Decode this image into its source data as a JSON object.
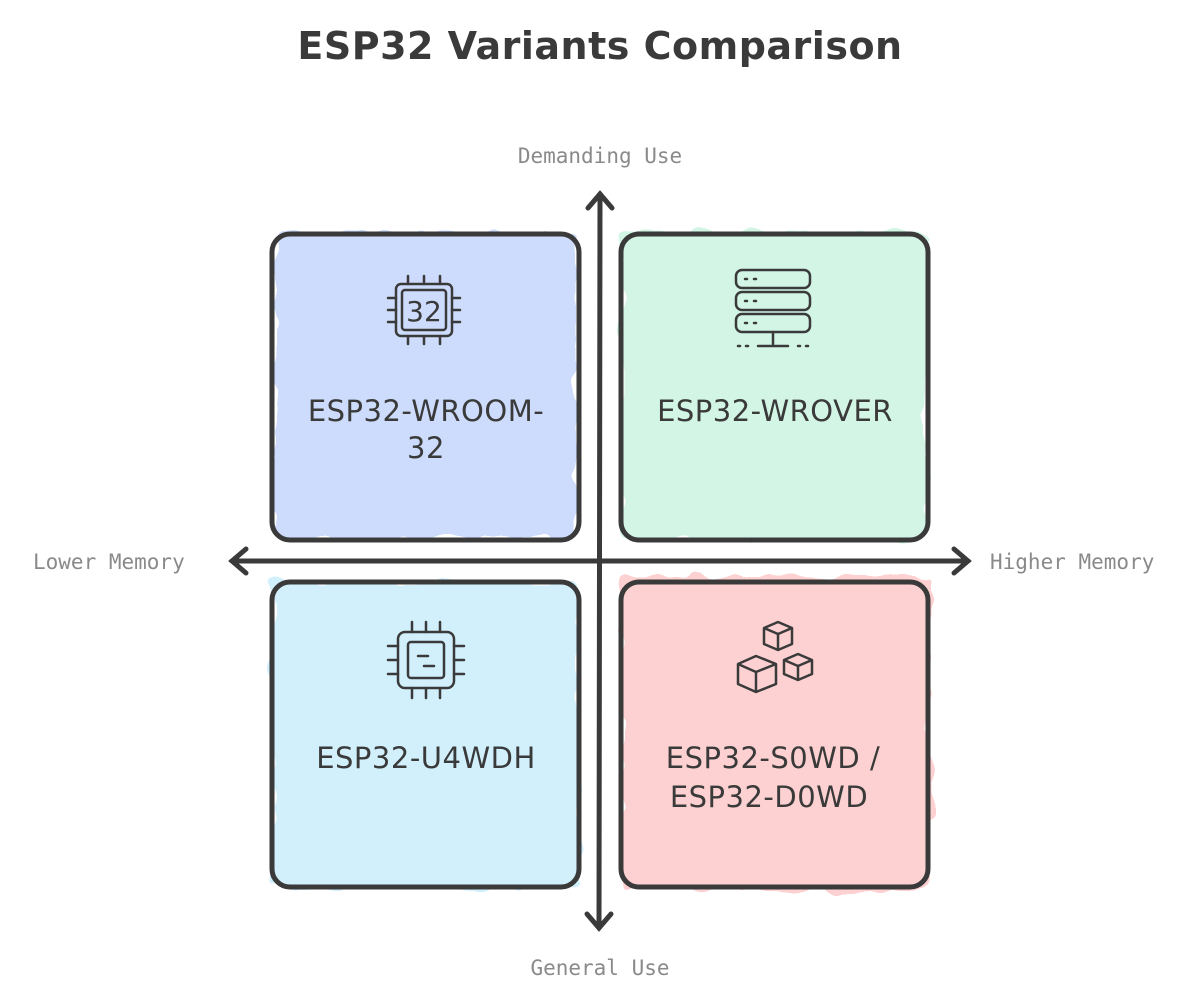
{
  "title": "ESP32 Variants Comparison",
  "axes": {
    "top": "Demanding Use",
    "bottom": "General Use",
    "left": "Lower Memory",
    "right": "Higher Memory"
  },
  "quadrants": [
    {
      "position": "top-left",
      "label_lines": [
        "ESP32-WROOM-",
        "32"
      ],
      "icon": "chip-32-icon",
      "icon_text": "32",
      "color": "#cddcfc"
    },
    {
      "position": "top-right",
      "label_lines": [
        "ESP32-WROVER"
      ],
      "icon": "server-icon",
      "color": "#d3f5e6"
    },
    {
      "position": "bottom-left",
      "label_lines": [
        "ESP32-U4WDH"
      ],
      "icon": "processor-icon",
      "color": "#d1f0fc"
    },
    {
      "position": "bottom-right",
      "label_lines": [
        "ESP32-S0WD /",
        "ESP32-D0WD"
      ],
      "icon": "boxes-icon",
      "color": "#fdd1d1"
    }
  ],
  "colors": {
    "stroke": "#3a3a3a",
    "axis_label": "#8a8a8a"
  }
}
